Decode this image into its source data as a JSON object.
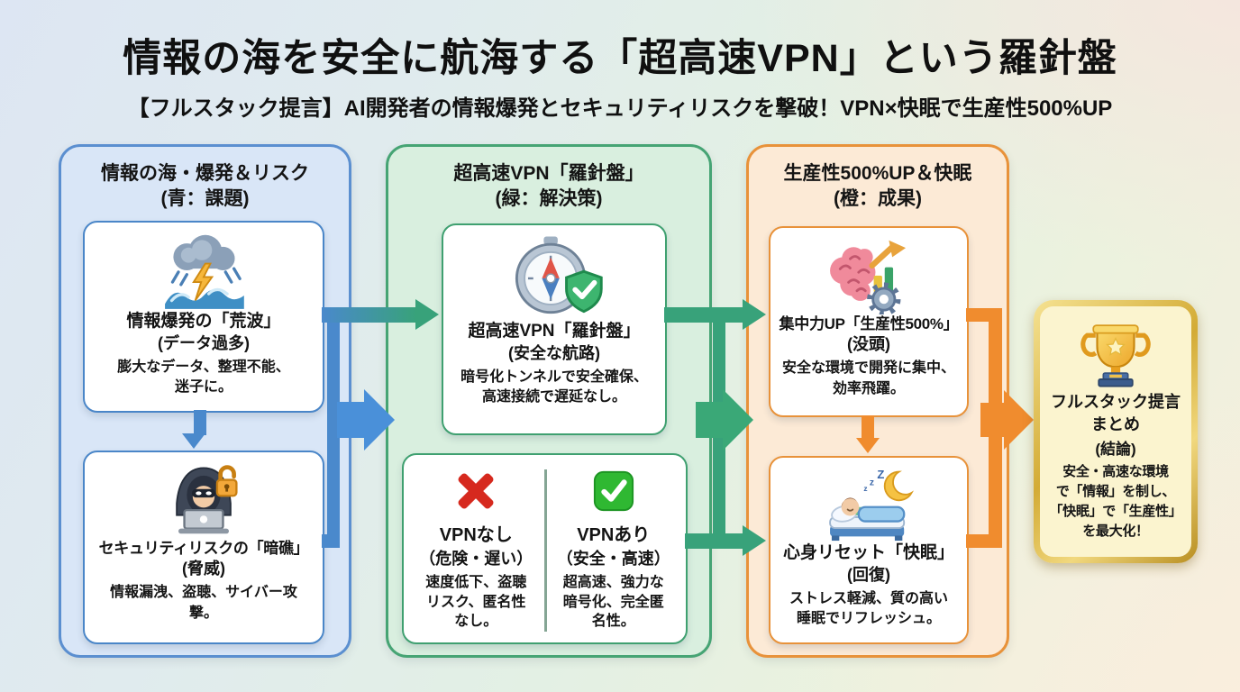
{
  "header": {
    "title": "情報の海を安全に航海する「超高速VPN」という羅針盤",
    "subtitle": "【フルスタック提言】AI開発者の情報爆発とセキュリティリスクを撃破！VPN×快眠で生産性500%UP"
  },
  "columns": [
    {
      "header": "情報の海・爆発＆リスク",
      "header_sub": "(青：課題)",
      "theme": "blue",
      "accent": "#4a86c8",
      "boxes": [
        {
          "icon": "storm-wave-icon",
          "title": "情報爆発の「荒波」",
          "subtitle": "(データ過多)",
          "body": "膨大なデータ、整理不能、\n迷子に。"
        },
        {
          "icon": "hacker-icon",
          "title": "セキュリティリスクの「暗礁」",
          "subtitle": "(脅威)",
          "body": "情報漏洩、盗聴、サイバー攻\n撃。"
        }
      ]
    },
    {
      "header": "超高速VPN「羅針盤」",
      "header_sub": "(緑：解決策)",
      "theme": "green",
      "accent": "#3aa070",
      "boxes": [
        {
          "icon": "compass-shield-icon",
          "title": "超高速VPN「羅針盤」",
          "subtitle": "(安全な航路)",
          "body": "暗号化トンネルで安全確保、\n高速接続で遅延なし。"
        },
        {
          "type": "comparison",
          "left": {
            "icon": "cross-icon",
            "title": "VPNなし",
            "subtitle": "（危険・遅い）",
            "body": "速度低下、盗聴\nリスク、匿名性\nなし。"
          },
          "right": {
            "icon": "check-icon",
            "title": "VPNあり",
            "subtitle": "（安全・高速）",
            "body": "超高速、強力な\n暗号化、完全匿\n名性。"
          }
        }
      ]
    },
    {
      "header": "生産性500%UP＆快眠",
      "header_sub": "(橙：成果)",
      "theme": "orange",
      "accent": "#e8923a",
      "boxes": [
        {
          "icon": "brain-growth-icon",
          "title": "集中力UP「生産性500%」",
          "subtitle": "(没頭)",
          "body": "安全な環境で開発に集中、\n効率飛躍。"
        },
        {
          "icon": "sleep-icon",
          "title": "心身リセット「快眠」",
          "subtitle": "(回復)",
          "body": "ストレス軽減、質の高い\n睡眠でリフレッシュ。"
        }
      ]
    }
  ],
  "conclusion": {
    "icon": "trophy-icon",
    "title": "フルスタック提言\nまとめ",
    "subtitle": "(結論)",
    "body": "安全・高速な環境\nで「情報」を制し、\n「快眠」で「生産性」\nを最大化！"
  },
  "colors": {
    "blue": "#4a89cc",
    "green": "#38a27a",
    "orange": "#f08c2e",
    "gold": "#caa22e"
  }
}
